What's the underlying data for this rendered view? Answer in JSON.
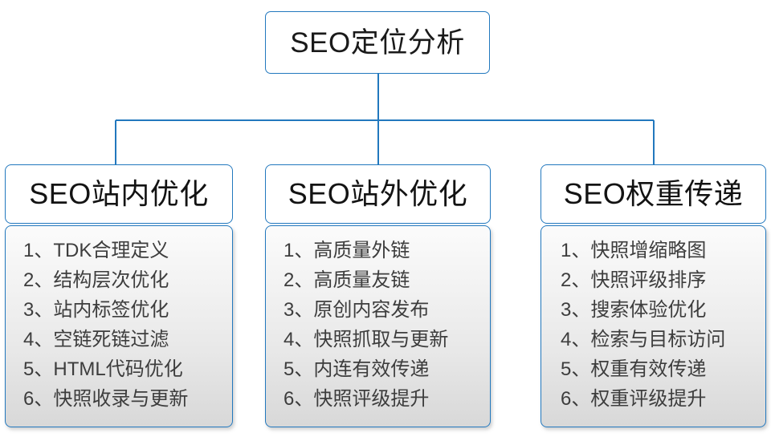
{
  "diagram": {
    "type": "organization-tree",
    "root": {
      "label": "SEO定位分析"
    },
    "accent_color": "#2278be",
    "text_color": "#3d3d3d",
    "branches": [
      {
        "header": "SEO站内优化",
        "items": [
          {
            "index": "1、",
            "label": "TDK合理定义"
          },
          {
            "index": "2、",
            "label": "结构层次优化"
          },
          {
            "index": "3、",
            "label": "站内标签优化"
          },
          {
            "index": "4、",
            "label": "空链死链过滤"
          },
          {
            "index": "5、",
            "label": "HTML代码优化"
          },
          {
            "index": "6、",
            "label": "快照收录与更新"
          }
        ]
      },
      {
        "header": "SEO站外优化",
        "items": [
          {
            "index": "1、",
            "label": "高质量外链"
          },
          {
            "index": "2、",
            "label": "高质量友链"
          },
          {
            "index": "3、",
            "label": "原创内容发布"
          },
          {
            "index": "4、",
            "label": "快照抓取与更新"
          },
          {
            "index": "5、",
            "label": "内连有效传递"
          },
          {
            "index": "6、",
            "label": "快照评级提升"
          }
        ]
      },
      {
        "header": "SEO权重传递",
        "items": [
          {
            "index": "1、",
            "label": "快照增缩略图"
          },
          {
            "index": "2、",
            "label": "快照评级排序"
          },
          {
            "index": "3、",
            "label": "搜索体验优化"
          },
          {
            "index": "4、",
            "label": "检索与目标访问"
          },
          {
            "index": "5、",
            "label": "权重有效传递"
          },
          {
            "index": "6、",
            "label": "权重评级提升"
          }
        ]
      }
    ]
  }
}
